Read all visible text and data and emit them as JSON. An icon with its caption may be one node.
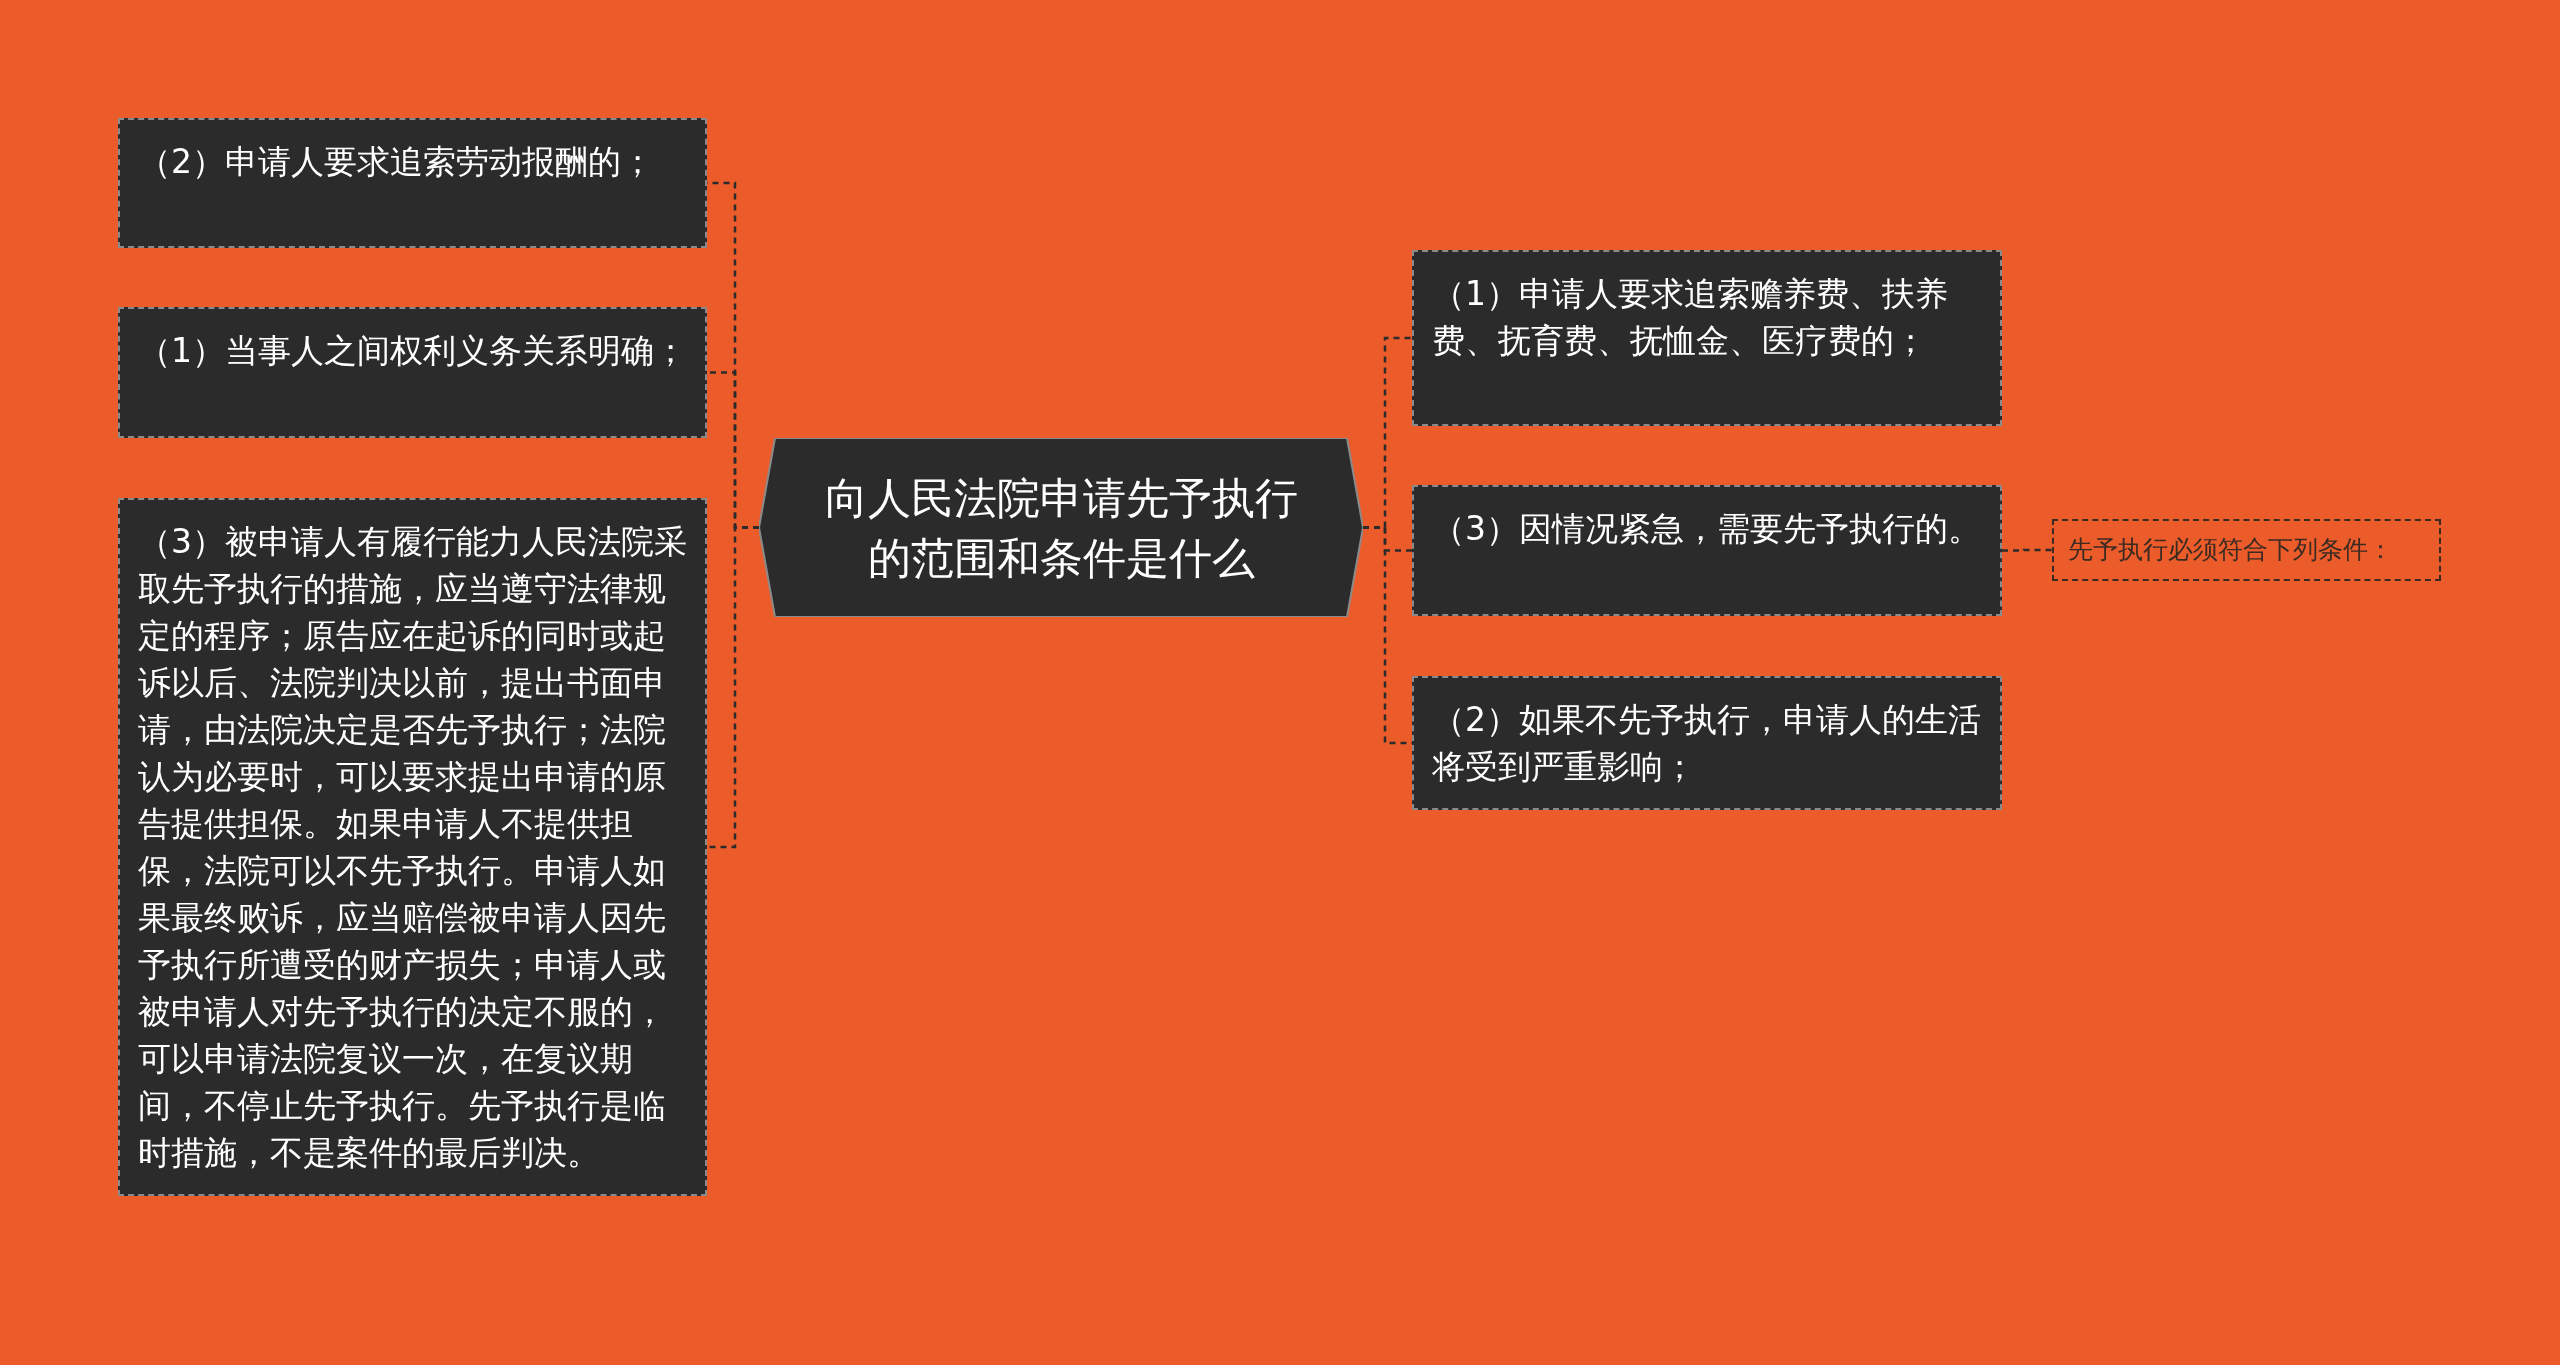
{
  "diagram": {
    "nodes": [
      {
        "text": [
          "向人民法院申请先予执行的范围和条件是什么"
        ]
      },
      {
        "text": [
          "（2）申请人要求追索劳动报酬的；"
        ]
      },
      {
        "text": [
          "（1）当事人之间权利义务关系明确；"
        ]
      },
      {
        "text": [
          "（3）被申请人有履行能力人民法院采取先予执行的措施，应当遵守法律规定的程序；原告应在起诉的同时或起诉以后、法院判决以前，提出书面申请，由法院决定是否先予执行；法院认为必要时，可以要求提出申请的原告提供担保。如果申请人不提供担保，法院可以不先予执行。申请人如果最终败诉，应当赔偿被申请人因先予执行所遭受的财产损失；申请人或被申请人对先予执行的决定不服的，可以申请法院复议一次，在复议期间，不停止先予执行。先予执行是临时措施，不是案件的最后判决。"
        ]
      },
      {
        "text": [
          "（1）申请人要求追索赡养费、扶养费、抚育费、抚恤金、医疗费的；"
        ]
      },
      {
        "text": [
          "（3）因情况紧急，需要先予执行的。"
        ]
      },
      {
        "text": [
          "（2）如果不先予执行，申请人的生活将受到严重影响；"
        ]
      },
      {
        "text": [
          "先予执行必须符合下列条件："
        ]
      }
    ],
    "edges": [
      {
        "from": 0,
        "to": 1,
        "arrow": "none",
        "style": "dashed"
      },
      {
        "from": 0,
        "to": 2,
        "arrow": "none",
        "style": "dashed"
      },
      {
        "from": 0,
        "to": 3,
        "arrow": "none",
        "style": "dashed"
      },
      {
        "from": 0,
        "to": 4,
        "arrow": "none",
        "style": "dashed"
      },
      {
        "from": 0,
        "to": 5,
        "arrow": "none",
        "style": "dashed"
      },
      {
        "from": 0,
        "to": 6,
        "arrow": "none",
        "style": "dashed"
      },
      {
        "from": 5,
        "to": 7,
        "arrow": "none",
        "style": "dashed"
      }
    ]
  }
}
